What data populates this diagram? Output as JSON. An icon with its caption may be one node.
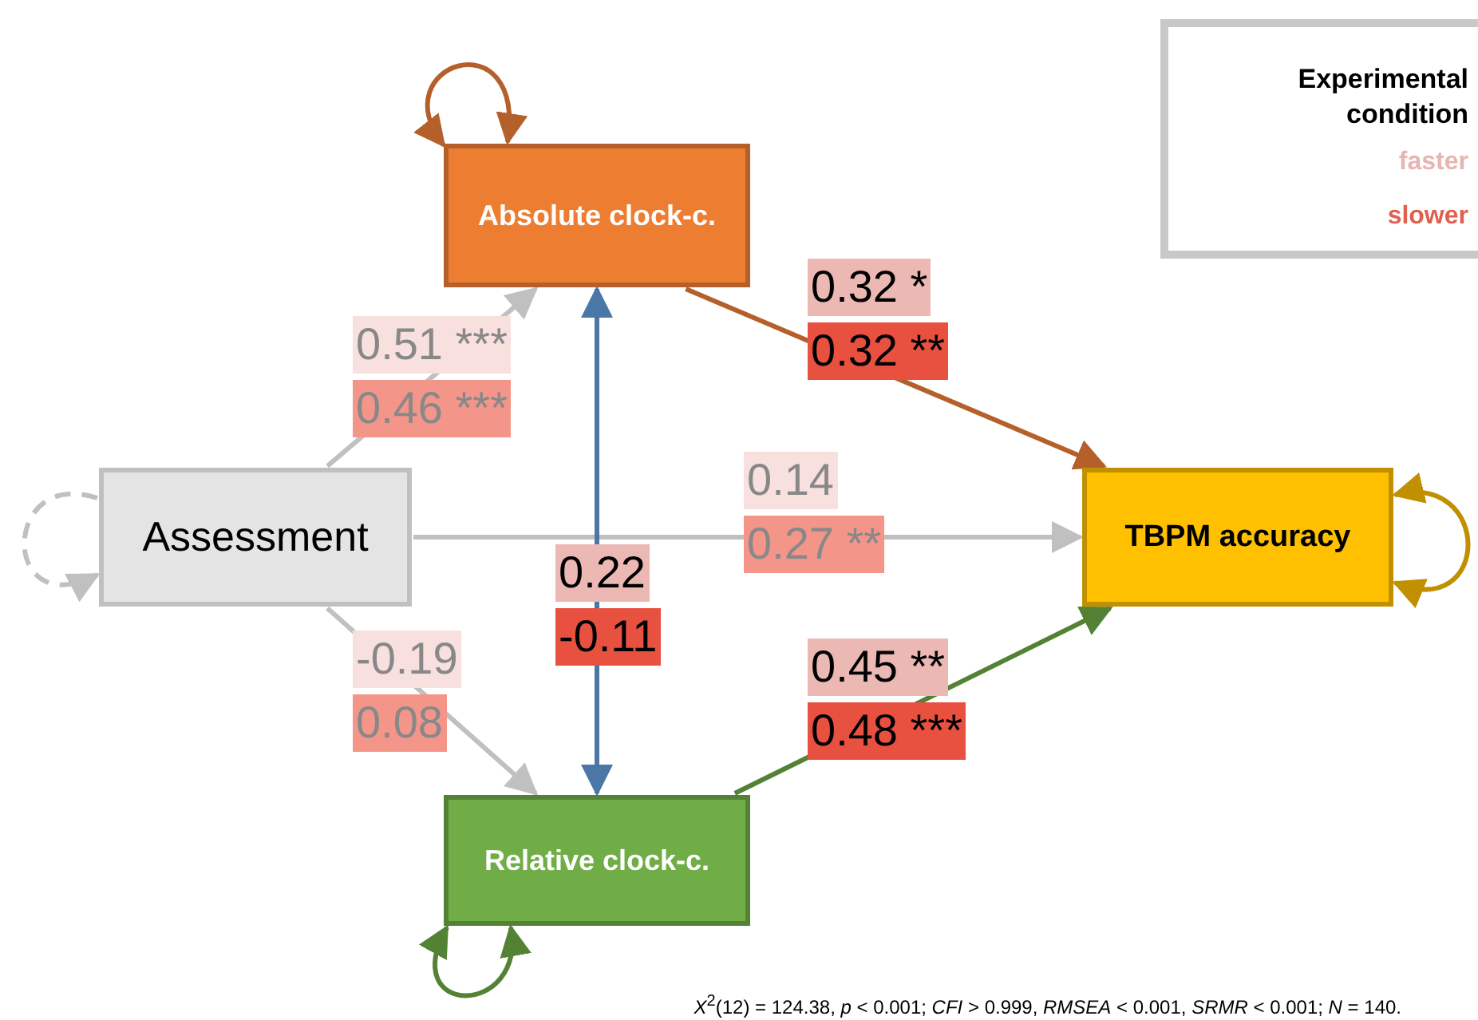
{
  "diagram": {
    "caption": "*X*$^{2}$(12) = 124.38, *p* < 0.001; *CFI* > 0.999, *RMSEA* < 0.001, *SRMR* < 0.001; *N* = 140.",
    "nodes": [
      {
        "text": [
          "Absolute clock-c."
        ]
      },
      {
        "text": [
          "Assessment"
        ]
      },
      {
        "text": [
          "TBPM accuracy"
        ]
      },
      {
        "text": [
          "Relative clock-c."
        ]
      }
    ],
    "edges": [
      {
        "from": 1,
        "to": 0,
        "arrow": "to",
        "color": "#c0c0c0",
        "label": [
          "0.51 ***",
          "0.46 ***"
        ]
      },
      {
        "from": 1,
        "to": 2,
        "arrow": "to",
        "color": "#c0c0c0",
        "label": [
          "0.14",
          "0.27 **"
        ]
      },
      {
        "from": 1,
        "to": 3,
        "arrow": "to",
        "color": "#c0c0c0",
        "label": [
          "-0.19",
          "0.08"
        ]
      },
      {
        "from": 0,
        "to": 2,
        "arrow": "to",
        "color": "#b5602a",
        "label": [
          "0.32 *",
          "0.32 **"
        ]
      },
      {
        "from": 3,
        "to": 2,
        "arrow": "to",
        "color": "#548235",
        "label": [
          "0.45 **",
          "0.48 ***"
        ]
      },
      {
        "from": 0,
        "to": 3,
        "arrow": "both",
        "color": "#4a77a6",
        "label": [
          "0.22",
          "-0.11"
        ]
      },
      {
        "from": 0,
        "to": 0,
        "arrow": "both",
        "color": "#b5602a"
      },
      {
        "from": 1,
        "to": 1,
        "arrow": "to",
        "style": "dashed",
        "color": "#c0c0c0"
      },
      {
        "from": 2,
        "to": 2,
        "arrow": "both",
        "color": "#c09000"
      },
      {
        "from": 3,
        "to": 3,
        "arrow": "both",
        "color": "#548235"
      }
    ],
    "labels": [
      "Experimental condition"
    ],
    "legend": [
      {
        "text": "faster",
        "color": "#e8b4b0"
      },
      {
        "text": "slower",
        "color": "#e06050"
      }
    ]
  }
}
